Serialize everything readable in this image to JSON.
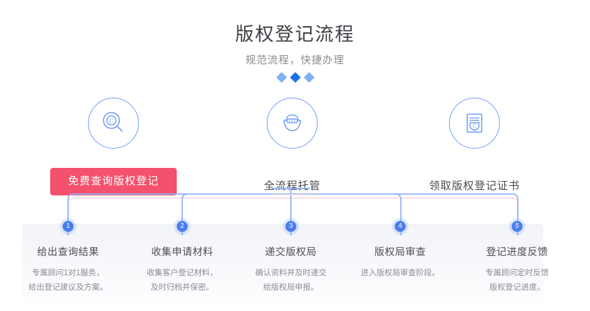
{
  "header": {
    "title": "版权登记流程",
    "subtitle": "规范流程，快捷办理",
    "diamonds": [
      "light",
      "dark",
      "light"
    ]
  },
  "colors": {
    "accent_blue": "#4a7df0",
    "icon_blue": "#6f9cf8",
    "cta_red": "#f4516c",
    "title_gray": "#3f3f46",
    "subtitle_gray": "#8a8a90",
    "panel_bg": "#f3f4f8",
    "connector_blue": "#8fb2f7",
    "connector_pink": "#f7dfe6"
  },
  "services": [
    {
      "icon": "copyright-search-icon",
      "label": "免费查询版权登记",
      "is_button": true
    },
    {
      "icon": "custody-basket-icon",
      "label": "全流程托管",
      "is_button": false
    },
    {
      "icon": "certificate-shield-icon",
      "label": "领取版权登记证书",
      "is_button": false
    }
  ],
  "steps": [
    {
      "number": "1",
      "title": "给出查询结果",
      "desc_line1": "专属顾问1对1服务，",
      "desc_line2": "给出登记建议及方案。"
    },
    {
      "number": "2",
      "title": "收集申请材料",
      "desc_line1": "收集客户登记材料，",
      "desc_line2": "及时归档并保密。"
    },
    {
      "number": "3",
      "title": "递交版权局",
      "desc_line1": "确认资料并及时递交",
      "desc_line2": "给版权局申报。"
    },
    {
      "number": "4",
      "title": "版权局审查",
      "desc_line1": "进入版权局审查阶段。",
      "desc_line2": ""
    },
    {
      "number": "5",
      "title": "登记进度反馈",
      "desc_line1": "专属顾问定时反馈",
      "desc_line2": "版权登记进度。"
    }
  ]
}
